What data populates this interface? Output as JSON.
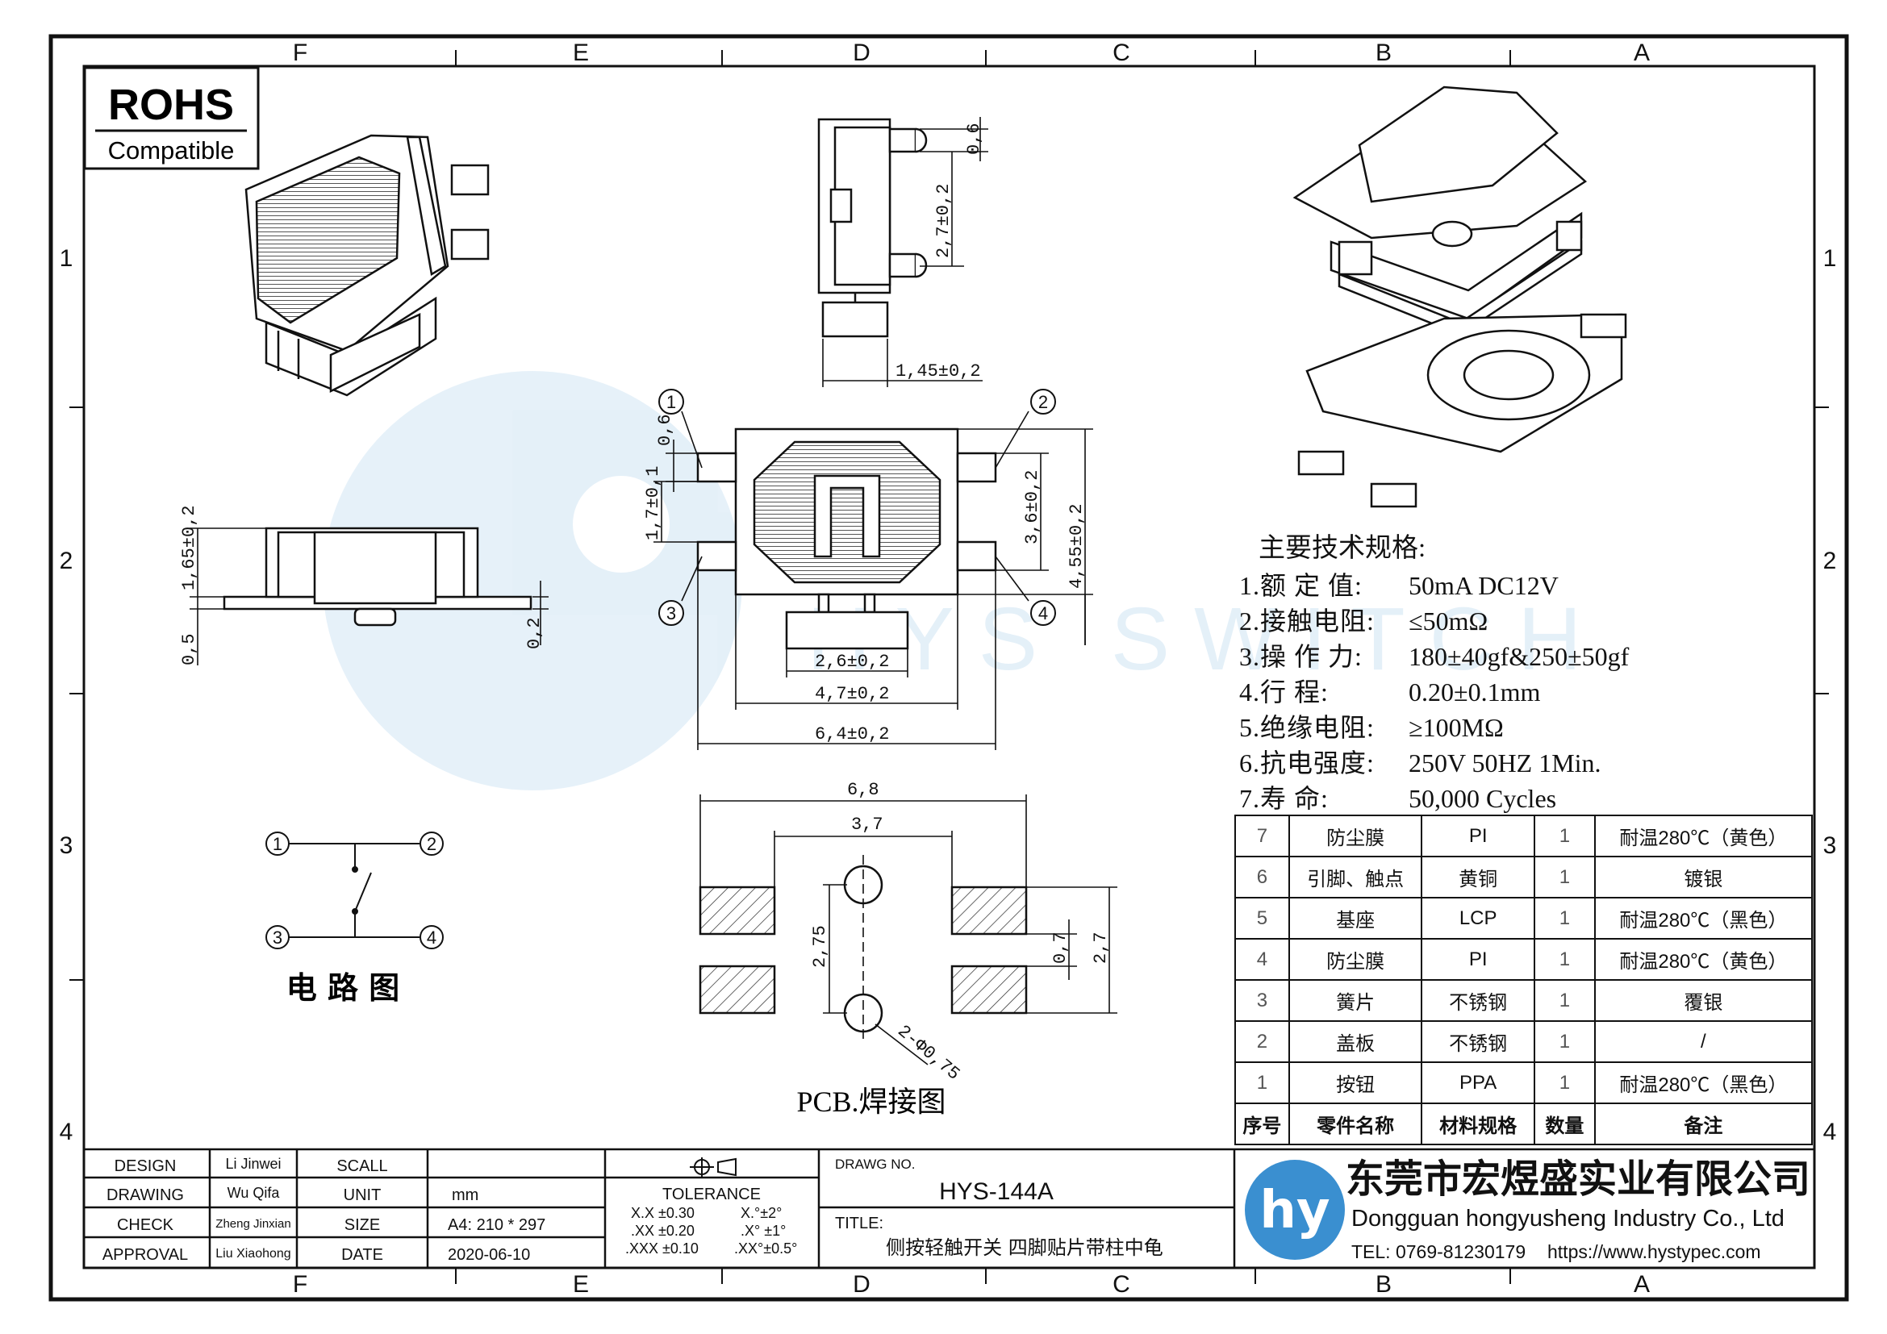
{
  "rohs": {
    "line1": "ROHS",
    "line2": "Compatible"
  },
  "columns_top": [
    "F",
    "E",
    "D",
    "C",
    "B",
    "A"
  ],
  "rows_side": [
    "1",
    "2",
    "3",
    "4"
  ],
  "watermark": "HYS SWITCH",
  "dims": {
    "side_top_06": "0,6",
    "side_27": "2,7±0,2",
    "side_145": "1,45±0,2",
    "front_165": "1,65±0,2",
    "front_05": "0,5",
    "front_02": "0,2",
    "top_06": "0,6",
    "top_17": "1,7±0,1",
    "top_36": "3,6±0,2",
    "top_455": "4,55±0,2",
    "top_26": "2,6±0,2",
    "top_47": "4,7±0,2",
    "top_64": "6,4±0,2",
    "pcb_68": "6,8",
    "pcb_37": "3,7",
    "pcb_275": "2,75",
    "pcb_07": "0,7",
    "pcb_27": "2,7",
    "pcb_hole": "2-Φ0,75"
  },
  "pins": [
    "1",
    "2",
    "3",
    "4"
  ],
  "circuit_label": "电 路 图",
  "pcb_label": "PCB.焊接图",
  "specs": {
    "title": "主要技术规格:",
    "items": [
      {
        "k": "1.额 定 值:",
        "v": "50mA DC12V"
      },
      {
        "k": "2.接触电阻:",
        "v": "≤50mΩ"
      },
      {
        "k": "3.操 作 力:",
        "v": "180±40gf&250±50gf"
      },
      {
        "k": "4.行    程:",
        "v": "0.20±0.1mm"
      },
      {
        "k": "5.绝缘电阻:",
        "v": "≥100MΩ"
      },
      {
        "k": "6.抗电强度:",
        "v": "250V 50HZ 1Min."
      },
      {
        "k": "7.寿    命:",
        "v": "50,000 Cycles"
      }
    ]
  },
  "bom": {
    "rows": [
      [
        "7",
        "防尘膜",
        "PI",
        "1",
        "耐温280℃（黄色）"
      ],
      [
        "6",
        "引脚、触点",
        "黄铜",
        "1",
        "镀银"
      ],
      [
        "5",
        "基座",
        "LCP",
        "1",
        "耐温280℃（黑色）"
      ],
      [
        "4",
        "防尘膜",
        "PI",
        "1",
        "耐温280℃（黄色）"
      ],
      [
        "3",
        "簧片",
        "不锈钢",
        "1",
        "覆银"
      ],
      [
        "2",
        "盖板",
        "不锈钢",
        "1",
        "/"
      ],
      [
        "1",
        "按钮",
        "PPA",
        "1",
        "耐温280℃（黑色）"
      ]
    ],
    "header": [
      "序号",
      "零件名称",
      "材料规格",
      "数量",
      "备注"
    ]
  },
  "title_block": {
    "design_label": "DESIGN",
    "design_name": "Li Jinwei",
    "drawing_label": "DRAWING",
    "drawing_name": "Wu Qifa",
    "check_label": "CHECK",
    "check_name": "Zheng Jinxian",
    "approval_label": "APPROVAL",
    "approval_name": "Liu Xiaohong",
    "scall_label": "SCALL",
    "scall_value": "",
    "unit_label": "UNIT",
    "unit_value": "mm",
    "size_label": "SIZE",
    "size_value": "A4: 210 * 297",
    "date_label": "DATE",
    "date_value": "2020-06-10",
    "tolerance_label": "TOLERANCE",
    "tol_lines": [
      "X.X   ±0.30",
      ".XX   ±0.20",
      ".XXX  ±0.10"
    ],
    "tol_angle": [
      "X.°±2°",
      ".X° ±1°",
      ".XX°±0.5°"
    ],
    "drawg_label": "DRAWG NO.",
    "drawg_no": "HYS-144A",
    "title_label": "TITLE:",
    "title_value": "侧按轻触开关 四脚贴片带柱中龟",
    "company_cn": "东莞市宏煜盛实业有限公司",
    "company_en": "Dongguan hongyusheng Industry Co., Ltd",
    "tel": "TEL: 0769-81230179",
    "url": "https://www.hystypec.com",
    "logo_text": "hy"
  }
}
